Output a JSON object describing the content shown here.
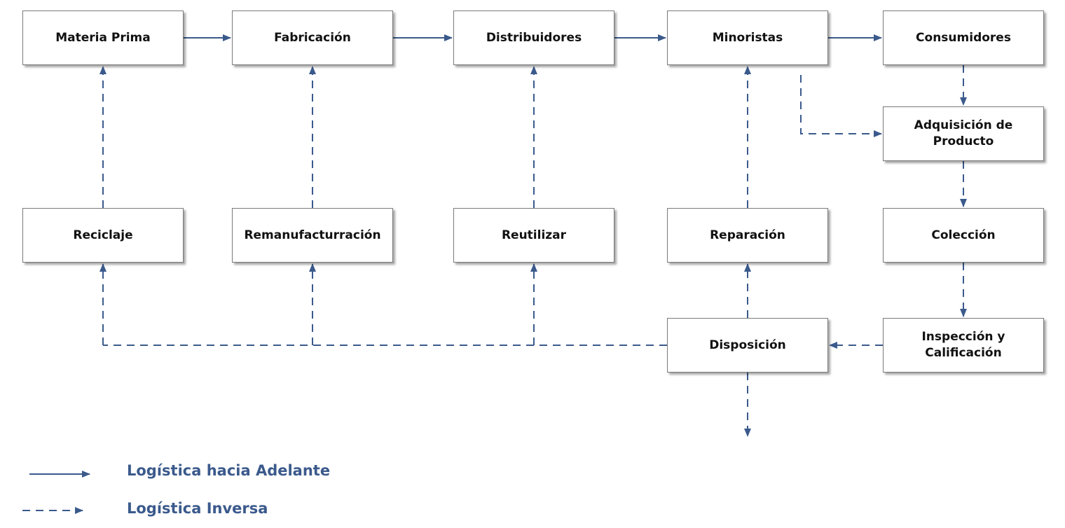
{
  "colors": {
    "arrow": "#3b5a8c",
    "legend_text": "#3b5a8c",
    "box_border": "#7a7a7a",
    "box_text": "#111111"
  },
  "nodes": {
    "materia_prima": "Materia Prima",
    "fabricacion": "Fabricación",
    "distribuidores": "Distribuidores",
    "minoristas": "Minoristas",
    "consumidores": "Consumidores",
    "adquisicion": "Adquisición de\nProducto",
    "reciclaje": "Reciclaje",
    "remanufactura": "Remanufacturración",
    "reutilizar": "Reutilizar",
    "reparacion": "Reparación",
    "coleccion": "Colección",
    "disposicion": "Disposición",
    "inspeccion": "Inspección y\nCalificación"
  },
  "edges": [
    {
      "from": "materia_prima",
      "to": "fabricacion",
      "style": "solid"
    },
    {
      "from": "fabricacion",
      "to": "distribuidores",
      "style": "solid"
    },
    {
      "from": "distribuidores",
      "to": "minoristas",
      "style": "solid"
    },
    {
      "from": "minoristas",
      "to": "consumidores",
      "style": "solid"
    },
    {
      "from": "consumidores",
      "to": "adquisicion",
      "style": "dashed"
    },
    {
      "from": "minoristas",
      "to": "adquisicion",
      "style": "dashed"
    },
    {
      "from": "adquisicion",
      "to": "coleccion",
      "style": "dashed"
    },
    {
      "from": "coleccion",
      "to": "inspeccion",
      "style": "dashed"
    },
    {
      "from": "inspeccion",
      "to": "disposicion",
      "style": "dashed"
    },
    {
      "from": "disposicion",
      "to": "reparacion",
      "style": "dashed"
    },
    {
      "from": "disposicion",
      "to": "reutilizar",
      "style": "dashed"
    },
    {
      "from": "disposicion",
      "to": "remanufactura",
      "style": "dashed"
    },
    {
      "from": "disposicion",
      "to": "reciclaje",
      "style": "dashed"
    },
    {
      "from": "disposicion",
      "to": "",
      "style": "dashed"
    },
    {
      "from": "reciclaje",
      "to": "materia_prima",
      "style": "dashed"
    },
    {
      "from": "remanufactura",
      "to": "fabricacion",
      "style": "dashed"
    },
    {
      "from": "reutilizar",
      "to": "distribuidores",
      "style": "dashed"
    },
    {
      "from": "reparacion",
      "to": "minoristas",
      "style": "dashed"
    }
  ],
  "legend": {
    "forward": "Logística hacia Adelante",
    "reverse": "Logística Inversa"
  }
}
